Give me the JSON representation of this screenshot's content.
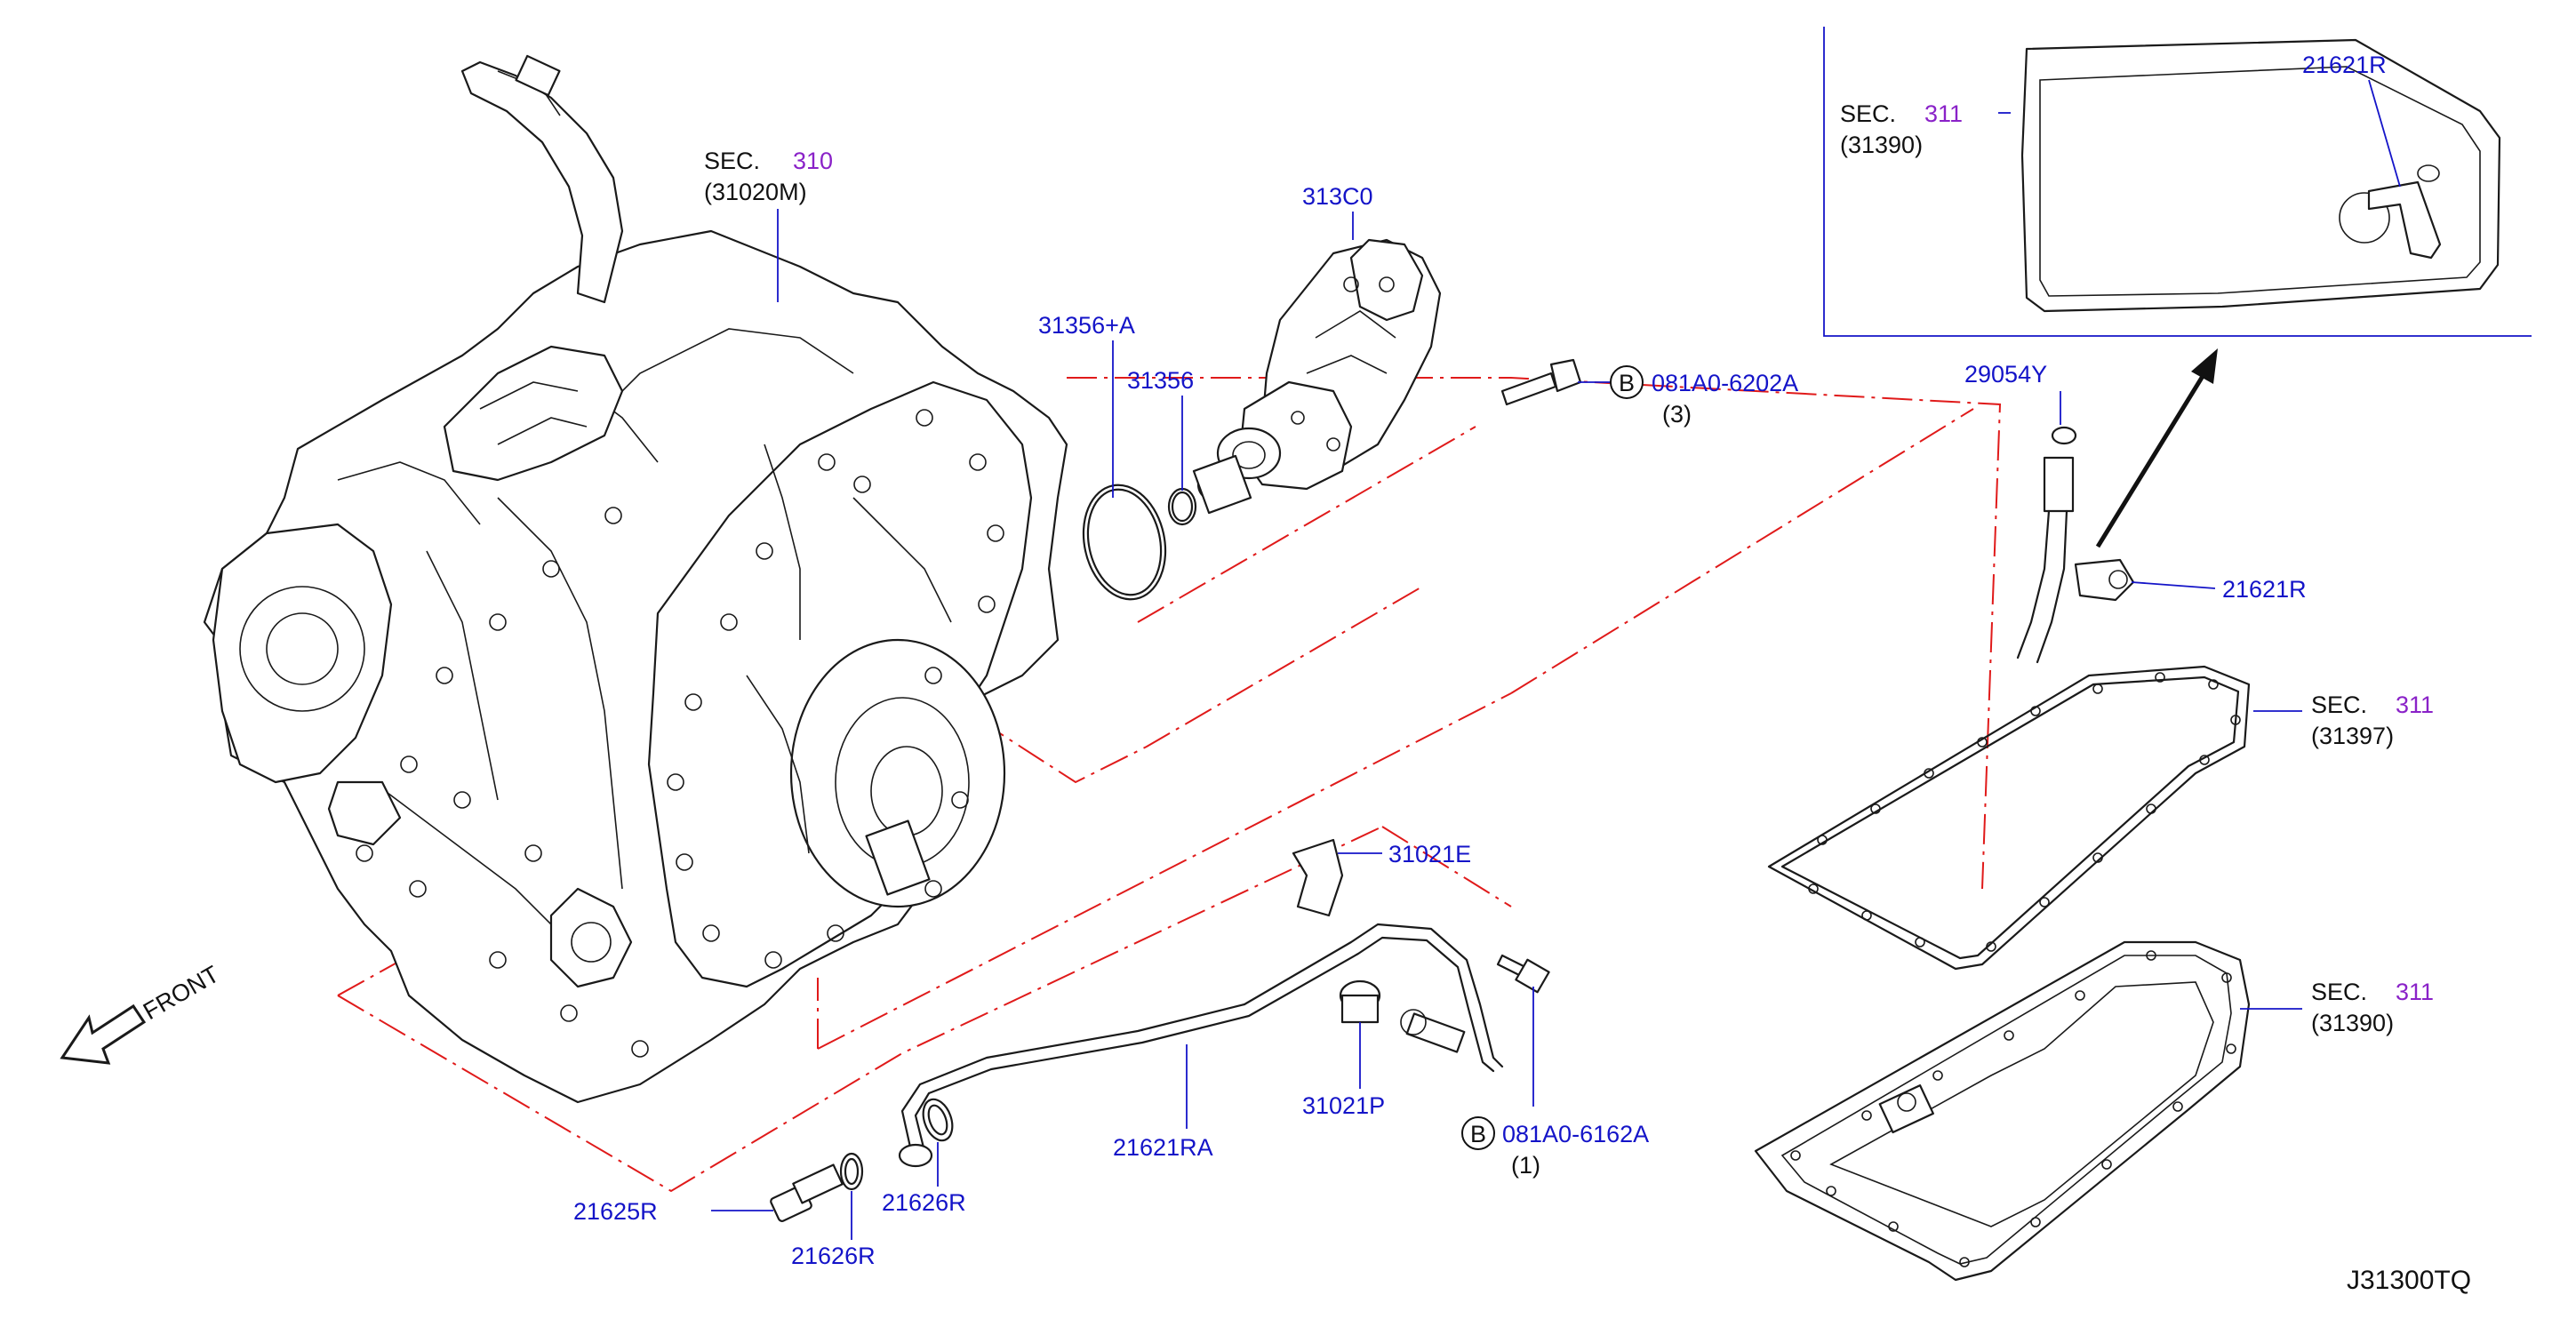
{
  "diagram_code": "J31300TQ",
  "colors": {
    "part_number": "#1414c8",
    "section_number": "#8a22c8",
    "phantom_line": "#e01a1a",
    "drawing": "#1a1a1a"
  },
  "front_label": "FRONT",
  "sections": {
    "transaxle": {
      "prefix": "SEC.",
      "number": "310",
      "code": "(31020M)"
    },
    "inset": {
      "prefix": "SEC.",
      "number": "311",
      "code": "(31390)"
    },
    "gasket": {
      "prefix": "SEC.",
      "number": "311",
      "code": "(31397)"
    },
    "oil_pan": {
      "prefix": "SEC.",
      "number": "311",
      "code": "(31390)"
    }
  },
  "bolts": [
    {
      "circle": "B",
      "part": "081A0-6202A",
      "qty": "(3)"
    },
    {
      "circle": "B",
      "part": "081A0-6162A",
      "qty": "(1)"
    }
  ],
  "part_labels": {
    "p313c0": "313C0",
    "p31356a": "31356+A",
    "p31356": "31356",
    "p29054y": "29054Y",
    "p21621r_inset": "21621R",
    "p21621r": "21621R",
    "p31021e": "31021E",
    "p21621ra": "21621RA",
    "p31021p": "31021P",
    "p21625r": "21625R",
    "p21626r_upper": "21626R",
    "p21626r_lower": "21626R"
  }
}
